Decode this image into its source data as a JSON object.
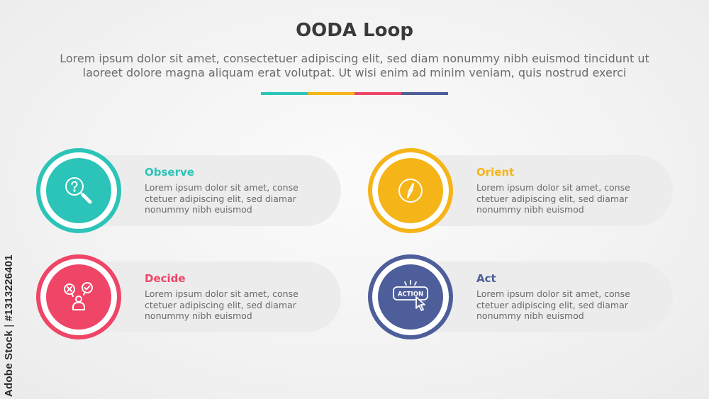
{
  "title": "OODA Loop",
  "subtitle": "Lorem ipsum dolor sit amet, consectetuer adipiscing elit, sed diam nonummy nibh euismod tincidunt ut laoreet dolore magna aliquam erat volutpat. Ut wisi enim ad minim veniam, quis nostrud exerci",
  "divider_colors": [
    "#2cc4b8",
    "#f5b418",
    "#ef4566",
    "#4d5e9a"
  ],
  "items": [
    {
      "title": "Observe",
      "desc": "Lorem ipsum dolor sit amet, conse ctetuer adipiscing elit, sed diamar nonummy nibh euismod",
      "color": "#2cc4b8",
      "icon": "search-question-icon"
    },
    {
      "title": "Orient",
      "desc": "Lorem ipsum dolor sit amet, conse ctetuer adipiscing elit, sed diamar nonummy nibh euismod",
      "color": "#f5b418",
      "icon": "compass-icon"
    },
    {
      "title": "Decide",
      "desc": "Lorem ipsum dolor sit amet, conse ctetuer adipiscing elit, sed diamar nonummy nibh euismod",
      "color": "#ef4566",
      "icon": "decision-person-icon"
    },
    {
      "title": "Act",
      "desc": "Lorem ipsum dolor sit amet, conse ctetuer adipiscing elit, sed diamar nonummy nibh euismod",
      "color": "#4d5e9a",
      "icon": "action-button-icon",
      "icon_text": "ACTION"
    }
  ],
  "watermark": {
    "brand": "Adobe Stock",
    "separator": "|",
    "id": "#1313226401"
  }
}
